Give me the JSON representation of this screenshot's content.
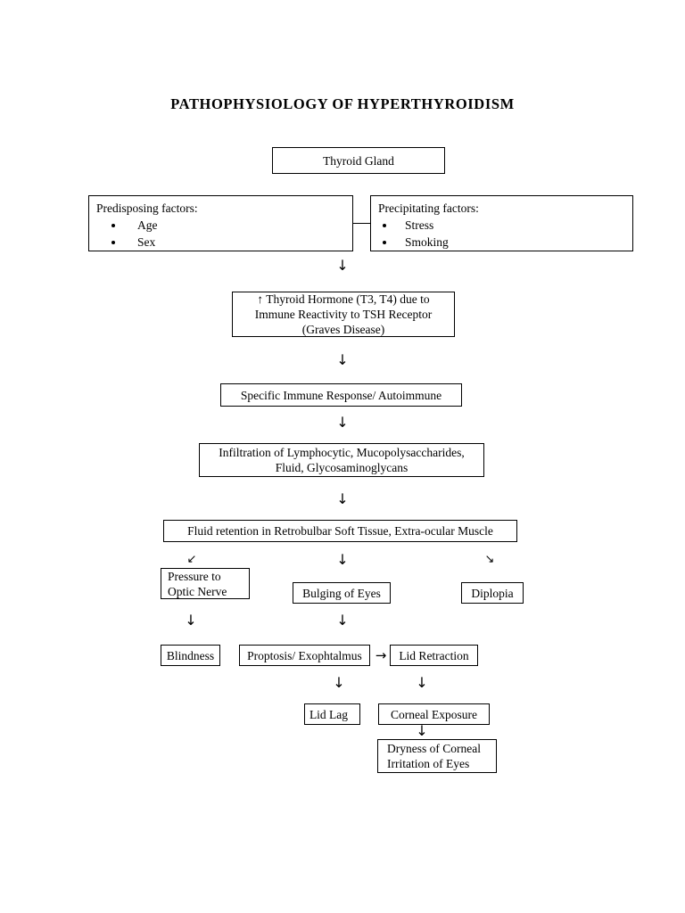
{
  "title": "PATHOPHYSIOLOGY OF HYPERTHYROIDISM",
  "nodes": {
    "thyroid_gland": "Thyroid Gland",
    "predisposing": {
      "heading": "Predisposing factors:",
      "items": [
        "Age",
        "Sex"
      ]
    },
    "precipitating": {
      "heading": "Precipitating factors:",
      "items": [
        "Stress",
        "Smoking"
      ]
    },
    "hormone": {
      "line1": "↑ Thyroid Hormone (T3, T4) due to",
      "line2": "Immune Reactivity to TSH Receptor",
      "line3": "(Graves Disease)"
    },
    "immune_response": "Specific Immune Response/ Autoimmune",
    "infiltration": {
      "line1": "Infiltration of Lymphocytic, Mucopolysaccharides,",
      "line2": "Fluid, Glycosaminoglycans"
    },
    "fluid_retention": "Fluid retention in Retrobulbar Soft Tissue, Extra-ocular Muscle",
    "pressure_optic_nerve": {
      "line1": "Pressure to",
      "line2": "Optic Nerve"
    },
    "bulging_of_eyes": "Bulging of Eyes",
    "diplopia": "Diplopia",
    "blindness": "Blindness",
    "proptosis": "Proptosis/ Exophtalmus",
    "lid_retraction": "Lid Retraction",
    "lid_lag": "Lid Lag",
    "corneal_exposure": "Corneal Exposure",
    "dryness": {
      "line1": "Dryness of Corneal",
      "line2": "Irritation of Eyes"
    }
  },
  "arrows": {
    "down": "↓",
    "down_left": "↙",
    "down_right": "↘",
    "right": "→"
  }
}
